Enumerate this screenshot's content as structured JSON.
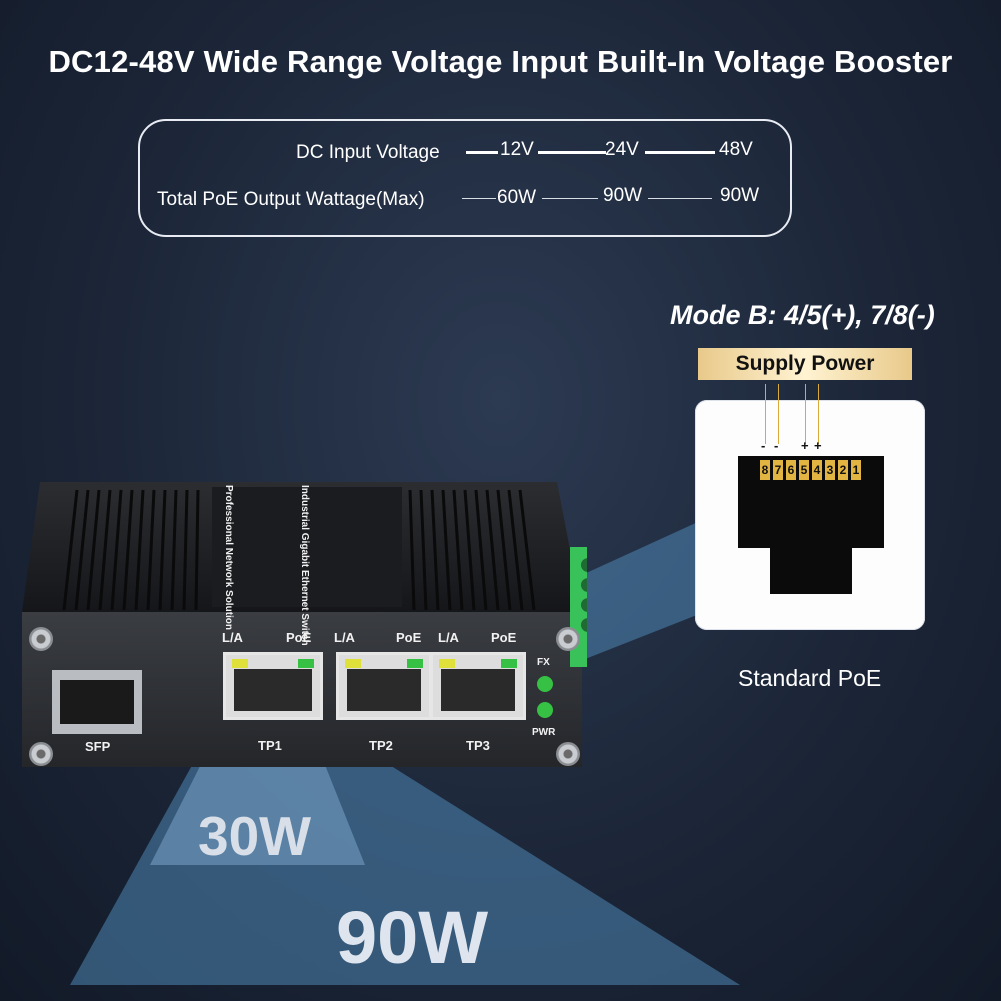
{
  "headline": "DC12-48V Wide Range Voltage Input Built-In Voltage Booster",
  "spec_table": {
    "row1_label": "DC Input Voltage",
    "row1_values": [
      "12V",
      "24V",
      "48V"
    ],
    "row2_label": "Total PoE Output Wattage(Max)",
    "row2_values": [
      "60W",
      "90W",
      "90W"
    ]
  },
  "mode_b": "Mode B: 4/5(+), 7/8(-)",
  "supply_power": "Supply Power",
  "jack": {
    "pins": [
      "8",
      "7",
      "6",
      "5",
      "4",
      "3",
      "2",
      "1"
    ],
    "polarity": [
      "-",
      "-",
      "+",
      "+"
    ]
  },
  "standard_poe": "Standard PoE",
  "device": {
    "brand_text_1": "Industrial Gigabit Ethernet Switch",
    "brand_text_2": "Professional Network Solution",
    "la": "L/A",
    "poe": "PoE",
    "ports": [
      "TP1",
      "TP2",
      "TP3"
    ],
    "sfp": "SFP",
    "fx": "FX",
    "pwr": "PWR"
  },
  "watt_small": "30W",
  "watt_large": "90W",
  "colors": {
    "background": "#1c2638",
    "banner_gold": "#e8c98a",
    "pin_gold": "#e2b542",
    "beam_blue": "#4f86b5",
    "led_green": "#36c145",
    "terminal_green": "#39c25a"
  }
}
